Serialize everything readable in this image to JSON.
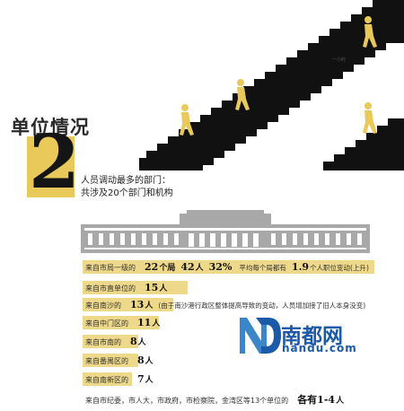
{
  "section_title": "单位情况",
  "section_number": "2",
  "subtitle_line1": "人员调动最多的部门：",
  "subtitle_line2": "共涉及20个部门和机构",
  "tiny_label": "一小时",
  "logo": {
    "cn": "南都网",
    "en": "nandu.com"
  },
  "rows": [
    {
      "label": "来自市局一级的",
      "value": "22",
      "unit": "个局",
      "value2": "42",
      "unit2": "人",
      "percent": "32%",
      "note": "平均每个局都有",
      "value3": "1.9",
      "note2": "个人职位变动(上升)",
      "fill": 1.0
    },
    {
      "label": "来自市直单位的",
      "value": "15",
      "unit": "人",
      "fill": 0.36
    },
    {
      "label": "来自南沙的",
      "value": "13",
      "unit": "人",
      "note": "(由于南沙港行政区整体提高导致的变动，人员增加接了旧人本身没变)",
      "fill": 0.31
    },
    {
      "label": "来自中门区的",
      "value": "11",
      "unit": "人",
      "fill": 0.26
    },
    {
      "label": "来自市南的",
      "value": "8",
      "unit": "人",
      "fill": 0.19
    },
    {
      "label": "来自番禺区的",
      "value": "8",
      "unit": "人",
      "fill": 0.19
    },
    {
      "label": "来自南新区的",
      "value": "7",
      "unit": "人",
      "fill": 0.17
    },
    {
      "label": "来自市纪委，市人大，市政府，市检察院，金湾区等13个单位的",
      "value": "各有1-4",
      "unit": "人",
      "fill": 0.0
    }
  ],
  "colors": {
    "bar": "#eed98a",
    "accent": "#e8c95a",
    "figure": "#e8c95a",
    "stairs": "#111111",
    "building": "#a8a8a8",
    "logo": "#1a5aa8"
  },
  "icons": [
    "climbing-figure-icon",
    "building-icon",
    "nandu-logo-icon"
  ]
}
